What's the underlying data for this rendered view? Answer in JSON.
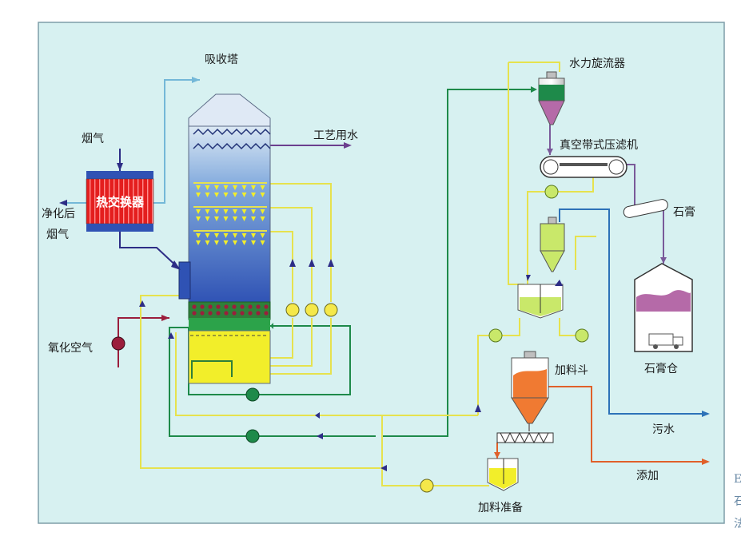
{
  "labels": {
    "absorber": "吸收塔",
    "process_water": "工艺用水",
    "flue_gas": "烟气",
    "heat_exchanger": "热交换器",
    "clean_gas_line1": "净化后",
    "clean_gas_line2": "烟气",
    "oxidation_air": "氧化空气",
    "hydrocyclone": "水力旋流器",
    "belt_filter": "真空带式压滤机",
    "gypsum": "石膏",
    "gypsum_silo": "石膏仓",
    "feed_hopper": "加料斗",
    "wastewater": "污水",
    "additive": "添加",
    "feed_prep": "加料准备"
  },
  "edge_text": [
    "E",
    "石",
    "法"
  ],
  "colors": {
    "panel_bg": "#d7f1f1",
    "panel_border": "#7f9da8",
    "pipe_green": "#1e8a4a",
    "pipe_yellow": "#e6e24e",
    "pipe_blue": "#2d72b8",
    "pipe_lightblue": "#74b8d8",
    "pipe_orange": "#e0602a",
    "pipe_purple": "#6b3f8e",
    "slurry_yellow": "#f2ee2a",
    "heat_red": "#e81e1e",
    "gypsum_purple": "#b56aa8"
  }
}
